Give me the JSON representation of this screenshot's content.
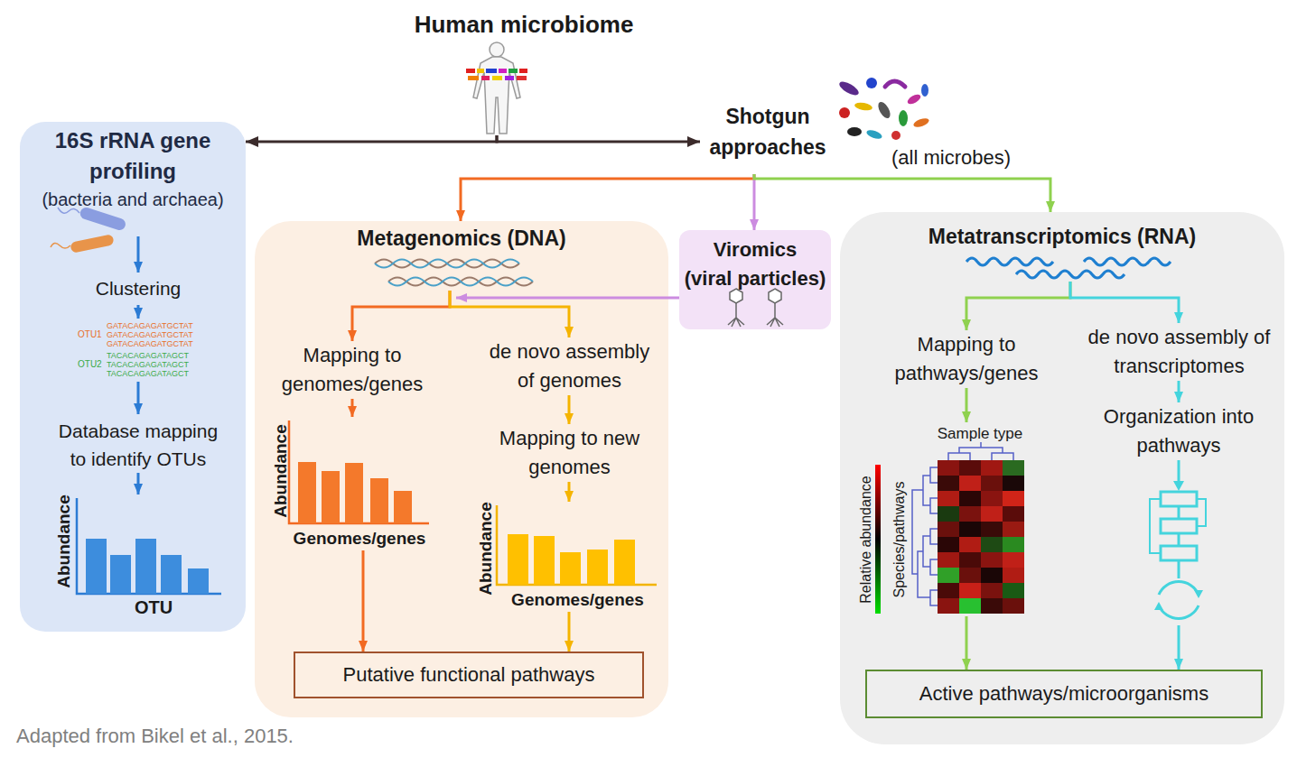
{
  "diagram": {
    "caption": "Adapted from Bikel et al., 2015.",
    "nodes": [
      {
        "text": [
          "Human microbiome"
        ]
      },
      {
        "text": [
          "16S rRNA gene profiling",
          "(bacteria and archaea)"
        ]
      },
      {
        "text": [
          "Clustering"
        ],
        "in": 1
      },
      {
        "text": [
          "Database mapping to identify OTUs"
        ],
        "in": 1
      },
      {
        "text": [
          "Abundance",
          "OTU"
        ],
        "in": 1
      },
      {
        "text": [
          "Shotgun approaches",
          "(all microbes)"
        ]
      },
      {
        "text": [
          "Metagenomics (DNA)"
        ]
      },
      {
        "text": [
          "Mapping to genomes/genes"
        ],
        "in": 6
      },
      {
        "text": [
          "de novo assembly of genomes"
        ],
        "in": 6
      },
      {
        "text": [
          "Abundance",
          "Genomes/genes"
        ],
        "in": 6
      },
      {
        "text": [
          "Mapping to new genomes"
        ],
        "in": 6
      },
      {
        "text": [
          "Abundance",
          "Genomes/genes"
        ],
        "in": 6
      },
      {
        "text": [
          "Putative functional pathways"
        ],
        "in": 6
      },
      {
        "text": [
          "Viromics",
          "(viral particles)"
        ]
      },
      {
        "text": [
          "Metatranscriptomics (RNA)"
        ]
      },
      {
        "text": [
          "Mapping to pathways/genes"
        ],
        "in": 14
      },
      {
        "text": [
          "de novo assembly of transcriptomes"
        ],
        "in": 14
      },
      {
        "text": [
          "Sample type",
          "Relative abundance",
          "Species/pathways"
        ],
        "in": 14
      },
      {
        "text": [
          "Organization into pathways"
        ],
        "in": 14
      },
      {
        "text": [
          "Active pathways/microorganisms"
        ],
        "in": 14
      }
    ],
    "edges": [
      {
        "from": 0,
        "to": 1,
        "arrow": "to"
      },
      {
        "from": 0,
        "to": 5,
        "arrow": "to"
      },
      {
        "from": 3,
        "to": 4,
        "arrow": "to"
      },
      {
        "from": 5,
        "to": 6,
        "arrow": "to"
      },
      {
        "from": 5,
        "to": 13,
        "arrow": "to"
      },
      {
        "from": 5,
        "to": 14,
        "arrow": "to"
      },
      {
        "from": 13,
        "to": 6,
        "arrow": "to"
      },
      {
        "from": 6,
        "to": 7,
        "arrow": "to"
      },
      {
        "from": 6,
        "to": 8,
        "arrow": "to"
      },
      {
        "from": 7,
        "to": 9,
        "arrow": "to"
      },
      {
        "from": 9,
        "to": 12,
        "arrow": "to"
      },
      {
        "from": 8,
        "to": 10,
        "arrow": "to"
      },
      {
        "from": 10,
        "to": 11,
        "arrow": "to"
      },
      {
        "from": 11,
        "to": 12,
        "arrow": "to"
      },
      {
        "from": 14,
        "to": 15,
        "arrow": "to"
      },
      {
        "from": 14,
        "to": 16,
        "arrow": "to"
      },
      {
        "from": 15,
        "to": 17,
        "arrow": "to"
      },
      {
        "from": 17,
        "to": 19,
        "arrow": "to"
      },
      {
        "from": 16,
        "to": 18,
        "arrow": "to"
      },
      {
        "from": 18,
        "to": 19,
        "arrow": "to"
      }
    ],
    "labels": [
      "OTU1",
      "GATACAGAGATGCTAT",
      "GATACAGAGATGCTAT",
      "GATACAGAGATGCTAT",
      "OTU2",
      "TACACAGAGATAGCT",
      "TACACAGAGATAGCT",
      "TACACAGAGATAGCT"
    ]
  }
}
